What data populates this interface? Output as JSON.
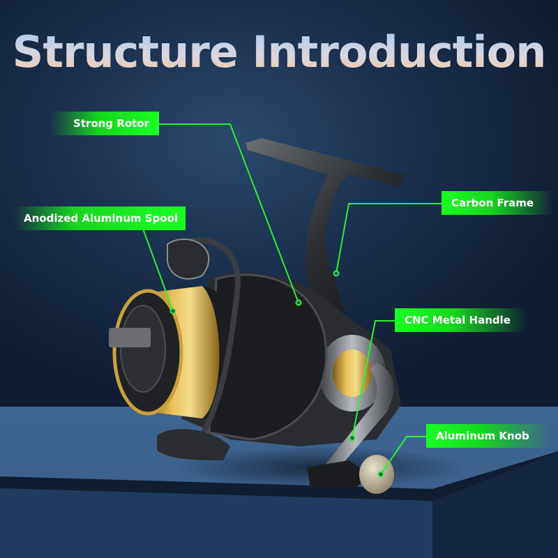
{
  "title": "Structure Introduction",
  "accent_color": "#1bff22",
  "background_color": "#1b3150",
  "callouts": [
    {
      "id": "strong-rotor",
      "label": "Strong Rotor"
    },
    {
      "id": "anodized-aluminum-spool",
      "label": "Anodized Aluminum Spool"
    },
    {
      "id": "carbon-frame",
      "label": "Carbon Frame"
    },
    {
      "id": "cnc-metal-handle",
      "label": "CNC Metal Handle"
    },
    {
      "id": "aluminum-knob",
      "label": "Aluminum Knob"
    }
  ],
  "product": {
    "name": "spinning-fishing-reel",
    "spool_color": "#c9a23a"
  }
}
